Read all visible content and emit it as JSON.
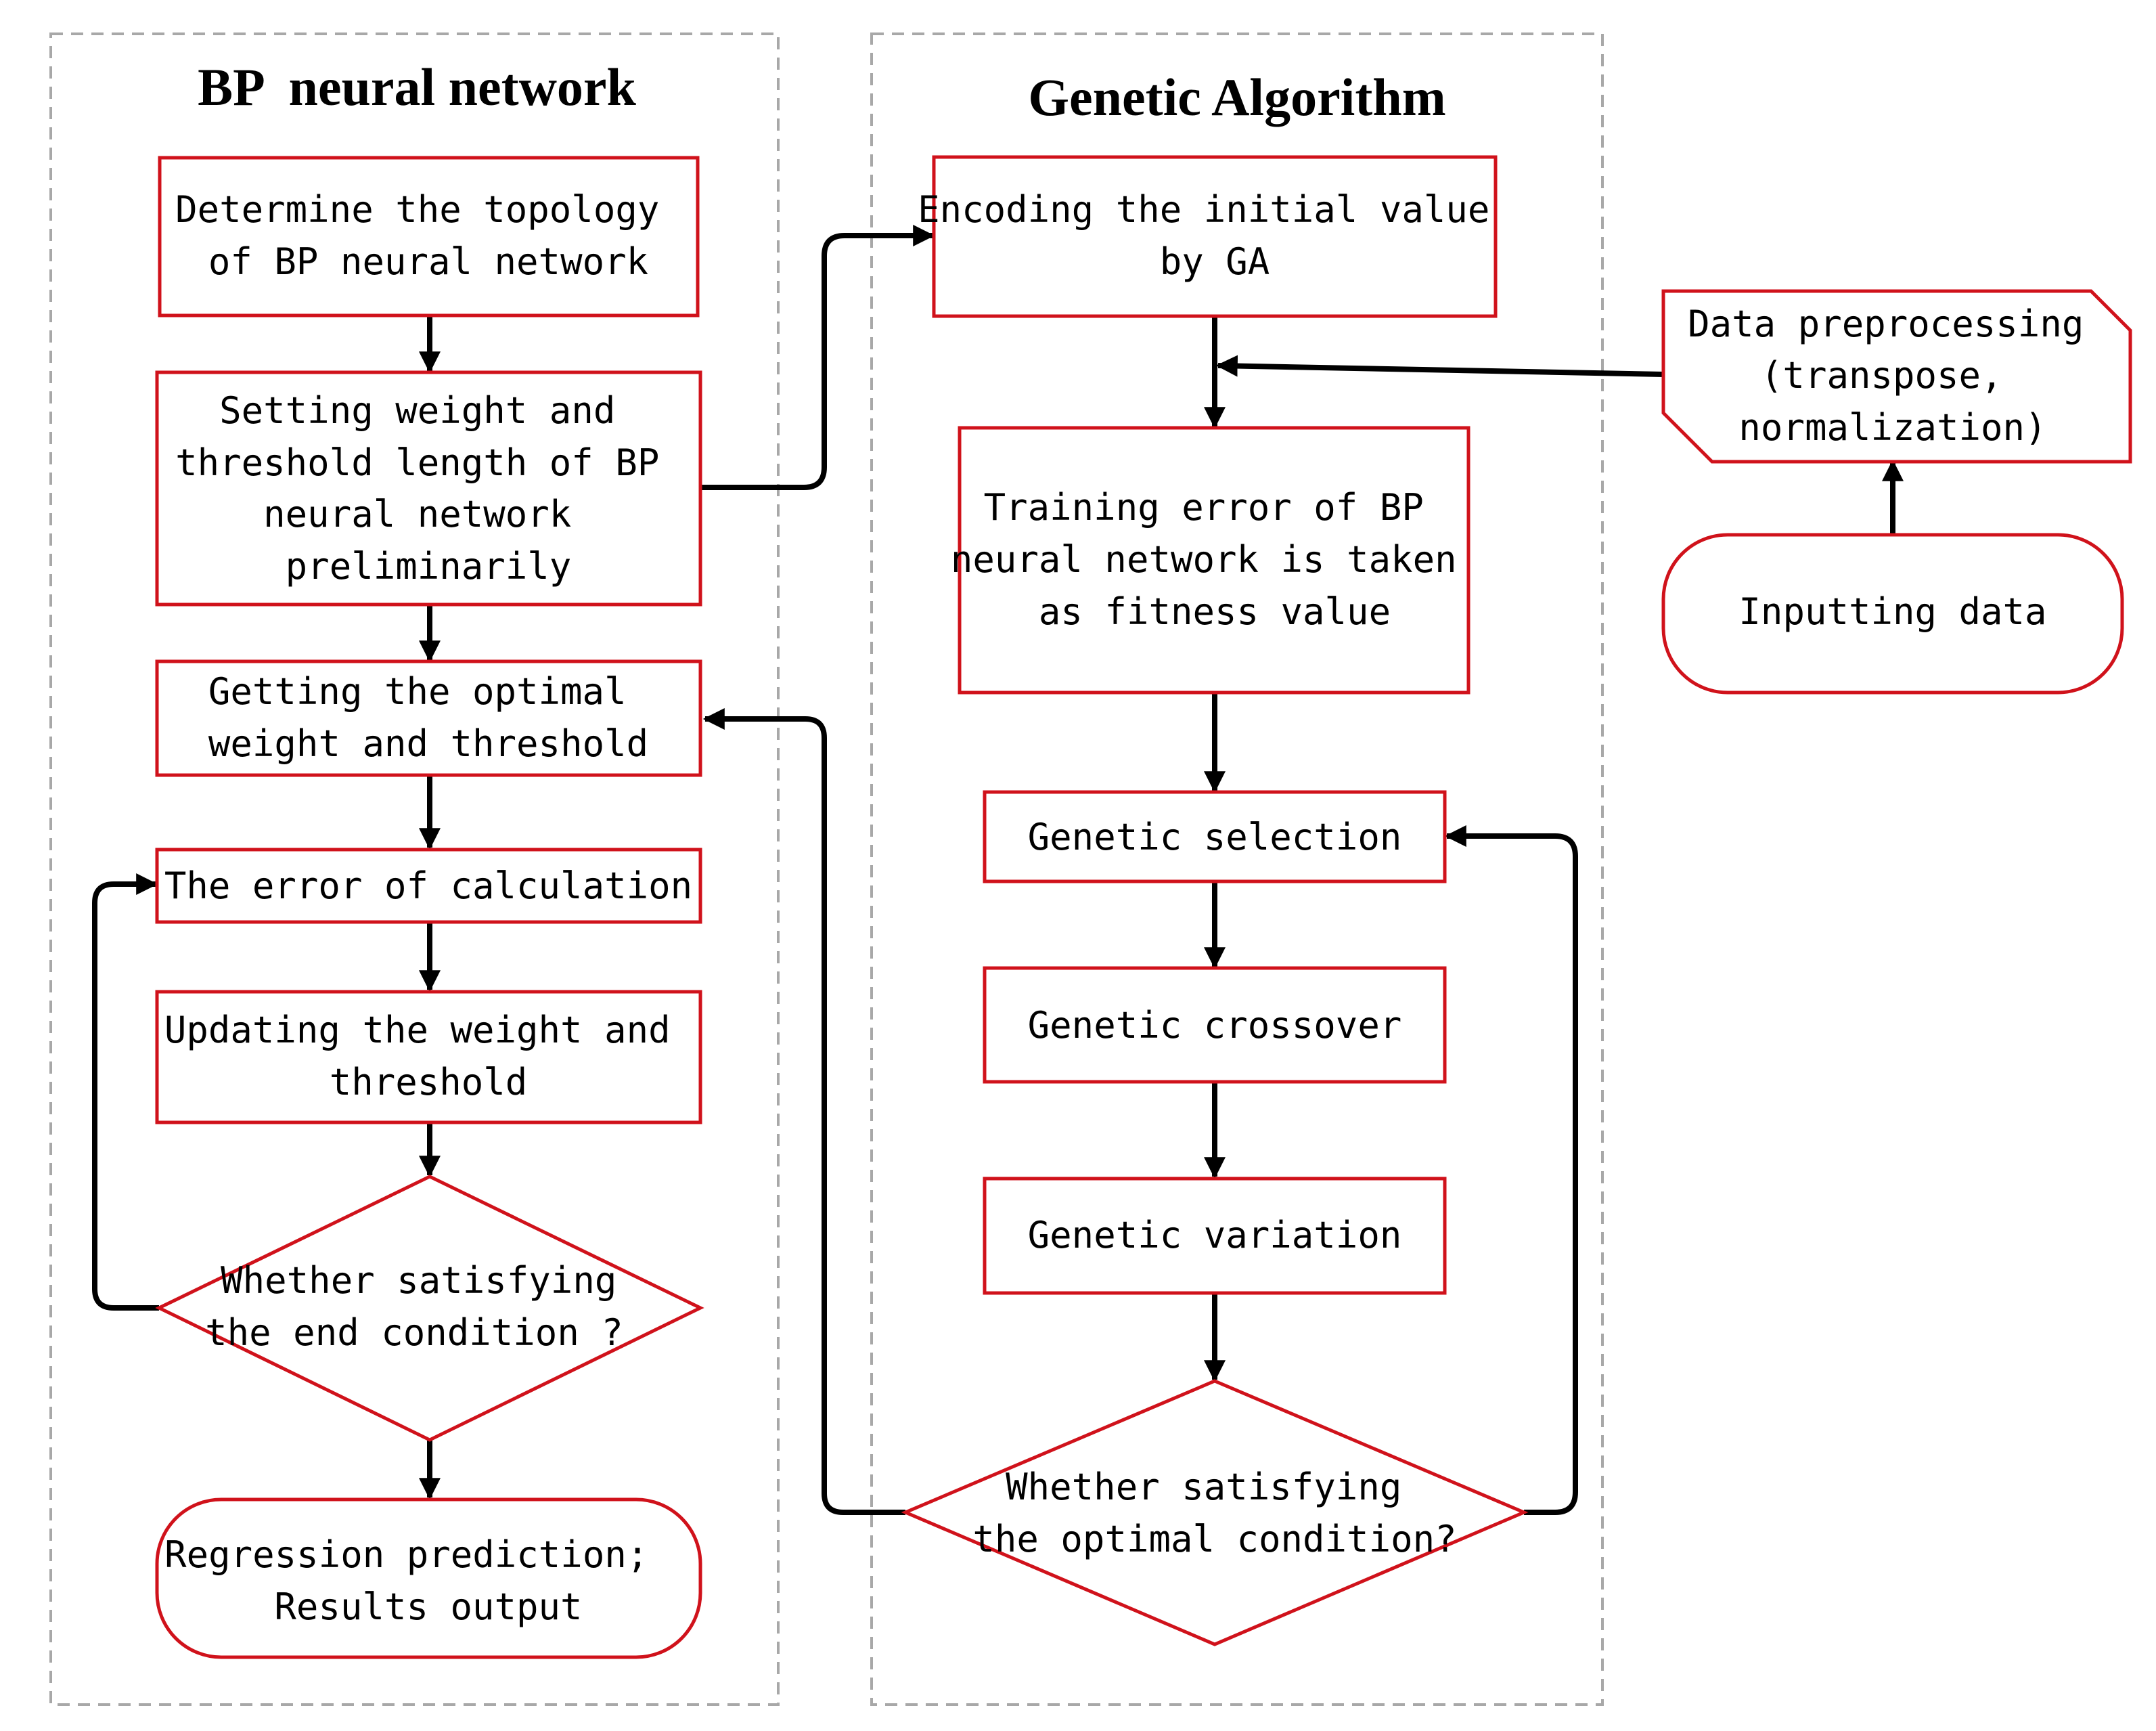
{
  "panels": {
    "bp_title": "BP  neural network",
    "ga_title": "Genetic Algorithm"
  },
  "bp": {
    "topology": [
      "Determine the topology",
      "of BP neural network"
    ],
    "setting": [
      "Setting weight and",
      "threshold length of BP",
      "neural network",
      "preliminarily"
    ],
    "optimal": [
      "Getting the optimal",
      "weight and threshold"
    ],
    "error": [
      "The error of calculation"
    ],
    "updating": [
      "Updating the weight and",
      "threshold"
    ],
    "end_decision": [
      "Whether satisfying",
      "the end condition ?"
    ],
    "output": [
      "Regression prediction;",
      "Results output"
    ]
  },
  "ga": {
    "encoding": [
      "Encoding the initial value",
      "by GA"
    ],
    "training": [
      "Training error of BP",
      "neural network is taken",
      "as fitness value"
    ],
    "selection": [
      "Genetic selection"
    ],
    "crossover": [
      "Genetic crossover"
    ],
    "variation": [
      "Genetic variation"
    ],
    "optimal_decision": [
      "Whether satisfying",
      "the optimal condition?"
    ]
  },
  "data": {
    "preprocessing": [
      "Data preprocessing",
      "(transpose,",
      "normalization)"
    ],
    "input": [
      "Inputting data"
    ]
  },
  "colors": {
    "node_border": "#d0121b",
    "arrow": "#000000",
    "panel_border": "#a8a8a8",
    "text": "#000000"
  }
}
